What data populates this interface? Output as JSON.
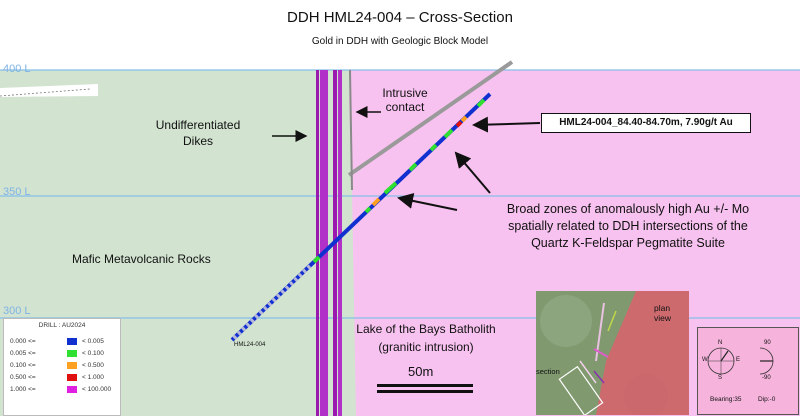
{
  "header": {
    "title": "DDH HML24-004 – Cross-Section",
    "subtitle": "Gold in DDH with Geologic Block Model"
  },
  "elevations": [
    "400 L",
    "350 L",
    "300 L"
  ],
  "units": {
    "mafic": "Mafic Metavolcanic Rocks",
    "dikes": "Undifferentiated\nDikes",
    "contact": "Intrusive\ncontact",
    "batholith": "Lake of the Bays Batholith\n(granitic intrusion)"
  },
  "callout": "HML24-004_84.40-84.70m, 7.90g/t Au",
  "annotation": "Broad zones of anomalously high Au +/- Mo\nspatially related to DDH intersections of the\nQuartz K-Feldspar Pegmatite Suite",
  "drillhole_label": "HML24-004",
  "scale_bar": "50m",
  "legend": {
    "title": "DRILL : AU2024",
    "rows": [
      {
        "from": "0.000 <=",
        "to": "< 0.005",
        "color": "#1030d0"
      },
      {
        "from": "0.005 <=",
        "to": "< 0.100",
        "color": "#30e030"
      },
      {
        "from": "0.100 <=",
        "to": "< 0.500",
        "color": "#ffa020"
      },
      {
        "from": "0.500 <=",
        "to": "< 1.000",
        "color": "#e01010"
      },
      {
        "from": "1.000 <=",
        "to": "< 100.000",
        "color": "#e020e0"
      }
    ]
  },
  "inset": {
    "plan_label": "plan view",
    "section_label": "section"
  },
  "orientation": {
    "N": "N",
    "S": "S",
    "E": "E",
    "W": "W",
    "dip_top": "90",
    "dip_bottom": "-90",
    "bearing": "Bearing:35",
    "dip": "Dip:-0"
  },
  "colors": {
    "mafic": "#d2e3d0",
    "batholith": "#f8c2f0",
    "dike": "#a01cb4",
    "grid": "#86bfe8"
  }
}
